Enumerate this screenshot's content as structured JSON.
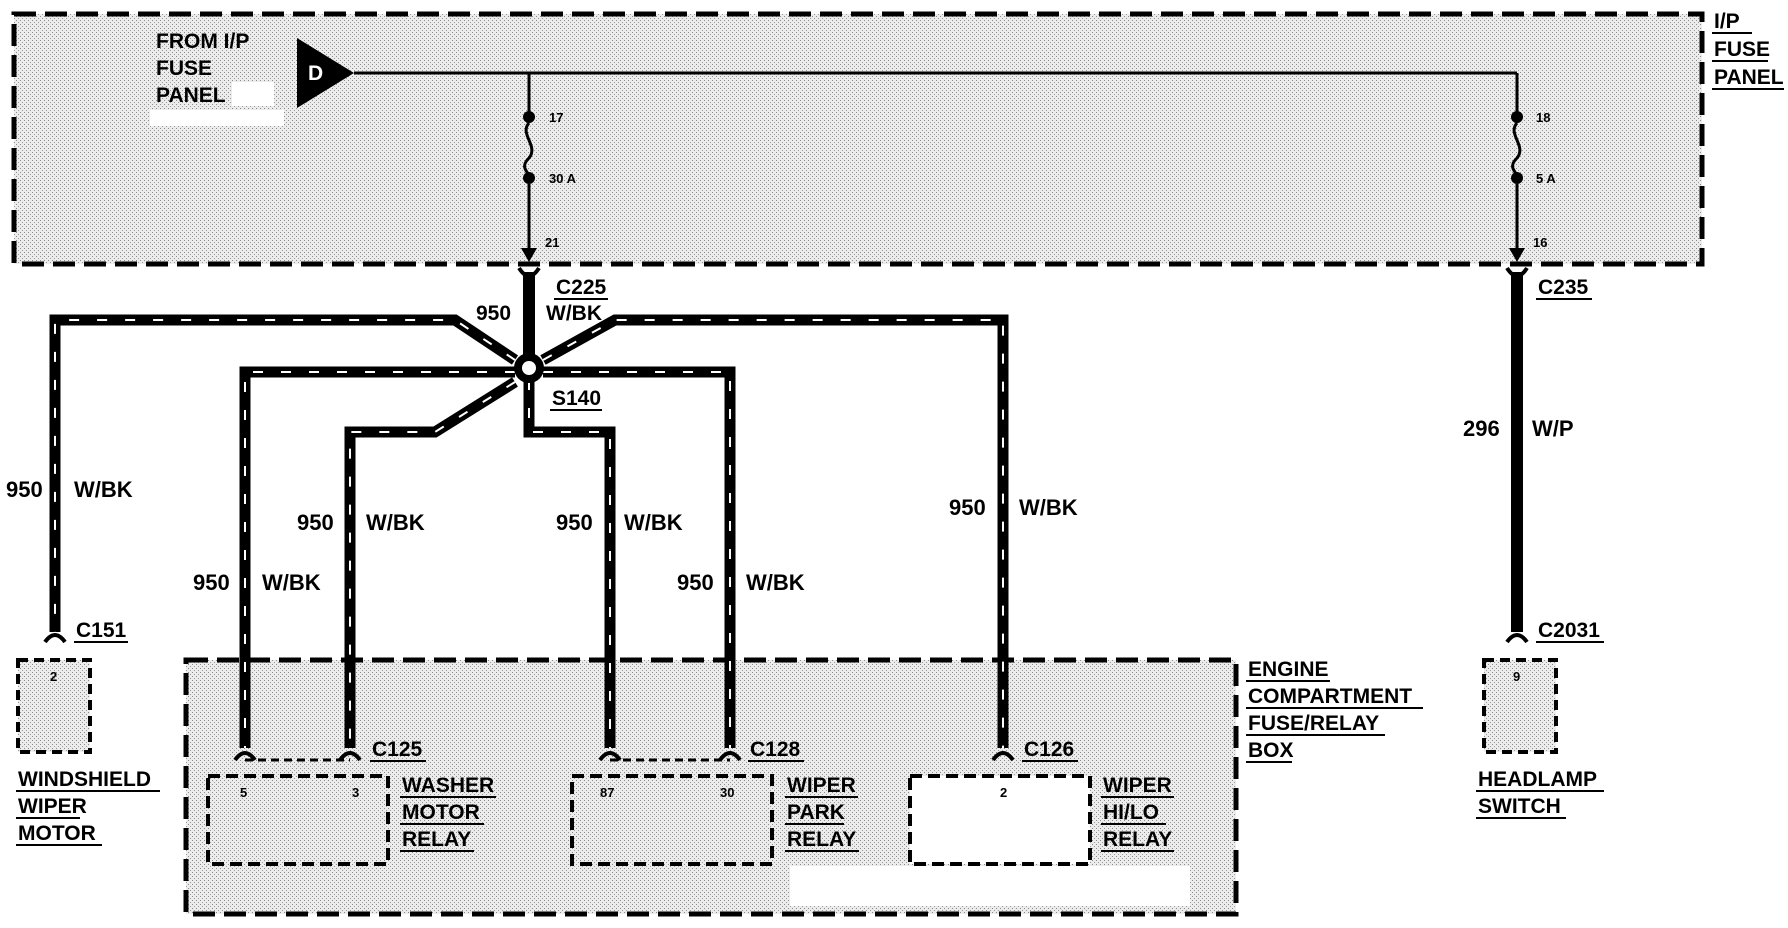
{
  "ip_panel": {
    "from_label": [
      "FROM I/P",
      "FUSE",
      "PANEL"
    ],
    "connector_letter": "D",
    "side_label": [
      "I/P",
      "FUSE",
      "PANEL"
    ],
    "fuse_left": {
      "number": "17",
      "rating": "30 A",
      "pin": "21"
    },
    "fuse_right": {
      "number": "18",
      "rating": "5 A",
      "pin": "16"
    }
  },
  "connectors": {
    "c225": "C225",
    "c225_color": "W/BK",
    "c235": "C235",
    "s140": "S140",
    "c151": "C151",
    "c125": "C125",
    "c128": "C128",
    "c126": "C126",
    "c2031": "C2031"
  },
  "wires": {
    "main_circuit": "950",
    "w1": {
      "circuit": "950",
      "color": "W/BK"
    },
    "w2": {
      "circuit": "950",
      "color": "W/BK"
    },
    "w3": {
      "circuit": "950",
      "color": "W/BK"
    },
    "w4": {
      "circuit": "950",
      "color": "W/BK"
    },
    "w5": {
      "circuit": "950",
      "color": "W/BK"
    },
    "w6": {
      "circuit": "950",
      "color": "W/BK"
    },
    "headlamp": {
      "circuit": "296",
      "color": "W/P"
    }
  },
  "components": {
    "wiper_motor": {
      "pin": "2",
      "label": [
        "WINDSHIELD",
        "WIPER",
        "MOTOR"
      ]
    },
    "washer_relay": {
      "pins": [
        "5",
        "3"
      ],
      "label": [
        "WASHER",
        "MOTOR",
        "RELAY"
      ]
    },
    "park_relay": {
      "pins": [
        "87",
        "30"
      ],
      "label": [
        "WIPER",
        "PARK",
        "RELAY"
      ]
    },
    "hilo_relay": {
      "pin": "2",
      "label": [
        "WIPER",
        "HI/LO",
        "RELAY"
      ]
    },
    "headlamp_switch": {
      "pin": "9",
      "label": [
        "HEADLAMP",
        "SWITCH"
      ]
    },
    "engine_box": {
      "label": [
        "ENGINE",
        "COMPARTMENT",
        "FUSE/RELAY",
        "BOX"
      ]
    }
  }
}
